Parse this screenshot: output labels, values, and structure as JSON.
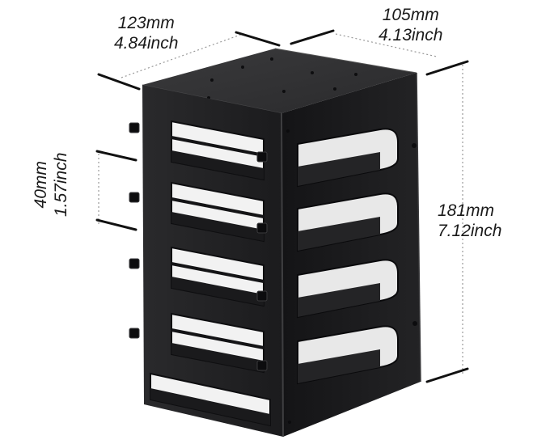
{
  "image": {
    "subject": "black metal 4-bay hard drive cage",
    "background": "#ffffff",
    "metal_color": "#1f1f21"
  },
  "dimensions": {
    "width": {
      "mm": "123mm",
      "inch": "4.84inch"
    },
    "depth": {
      "mm": "105mm",
      "inch": "4.13inch"
    },
    "height": {
      "mm": "181mm",
      "inch": "7.12inch"
    },
    "bay_height": {
      "mm": "40mm",
      "inch": "1.57inch"
    }
  },
  "cage": {
    "bay_count": 4
  }
}
